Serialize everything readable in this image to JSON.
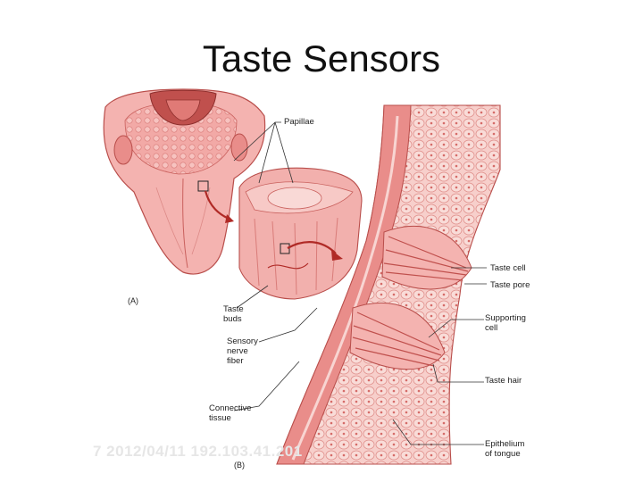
{
  "title": "Taste Sensors",
  "labels": {
    "papillae": "Papillae",
    "panel_a": "(A)",
    "taste_buds": "Taste\nbuds",
    "sensory_nerve_fiber": "Sensory\nnerve\nfiber",
    "connective_tissue": "Connective\ntissue",
    "panel_b": "(B)",
    "taste_cell": "Taste cell",
    "taste_pore": "Taste pore",
    "supporting_cell": "Supporting\ncell",
    "taste_hair": "Taste hair",
    "epithelium": "Epithelium\nof tongue"
  },
  "watermark": "7 2012/04/11 192.103.41.201",
  "colors": {
    "tissue_light": "#f6c6c3",
    "tissue_mid": "#eb8f8d",
    "tissue_dark": "#c0504d",
    "line": "#333333"
  }
}
